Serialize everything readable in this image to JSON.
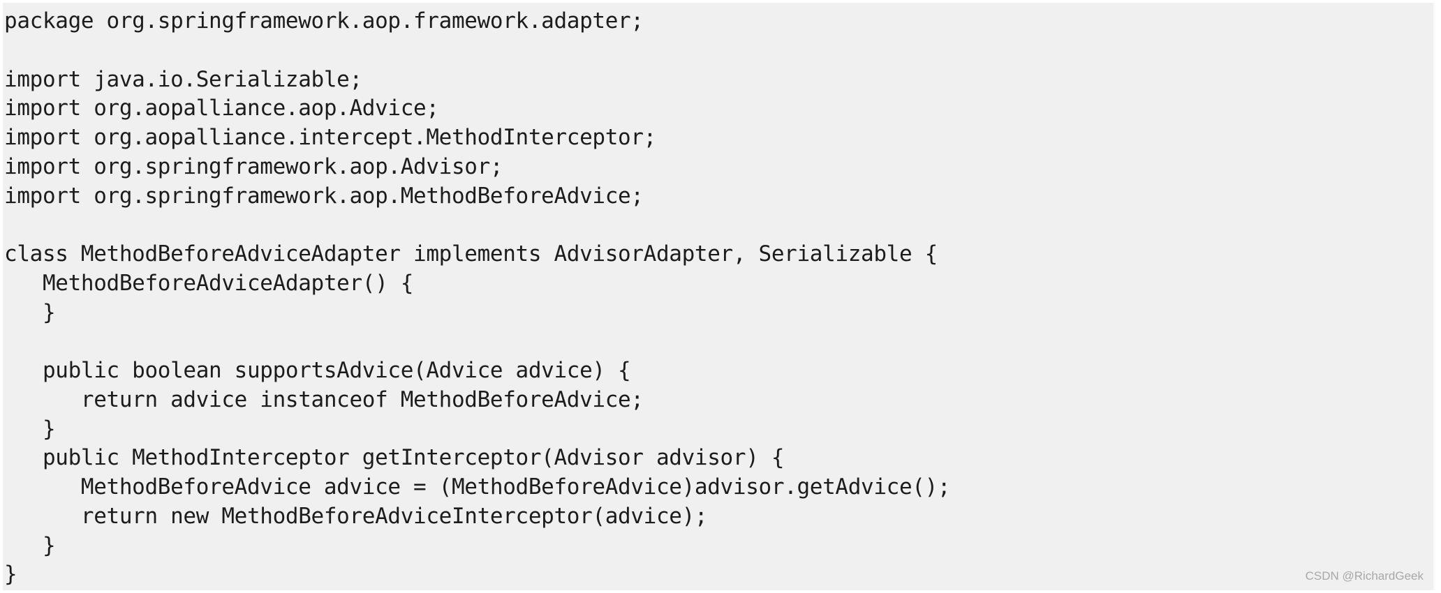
{
  "code": {
    "lines": [
      "package org.springframework.aop.framework.adapter;",
      "",
      "import java.io.Serializable;",
      "import org.aopalliance.aop.Advice;",
      "import org.aopalliance.intercept.MethodInterceptor;",
      "import org.springframework.aop.Advisor;",
      "import org.springframework.aop.MethodBeforeAdvice;",
      "",
      "class MethodBeforeAdviceAdapter implements AdvisorAdapter, Serializable {",
      "   MethodBeforeAdviceAdapter() {",
      "   }",
      "",
      "   public boolean supportsAdvice(Advice advice) {",
      "      return advice instanceof MethodBeforeAdvice;",
      "   }",
      "   public MethodInterceptor getInterceptor(Advisor advisor) {",
      "      MethodBeforeAdvice advice = (MethodBeforeAdvice)advisor.getAdvice();",
      "      return new MethodBeforeAdviceInterceptor(advice);",
      "   }",
      "}"
    ]
  },
  "watermark": {
    "text": "CSDN @RichardGeek"
  }
}
